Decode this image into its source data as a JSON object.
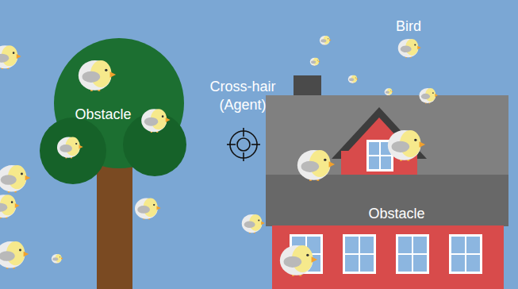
{
  "diagram": {
    "labels": [
      "Bird",
      "Obstacle",
      "Cross-hair (Agent)",
      "Obstacle"
    ]
  }
}
